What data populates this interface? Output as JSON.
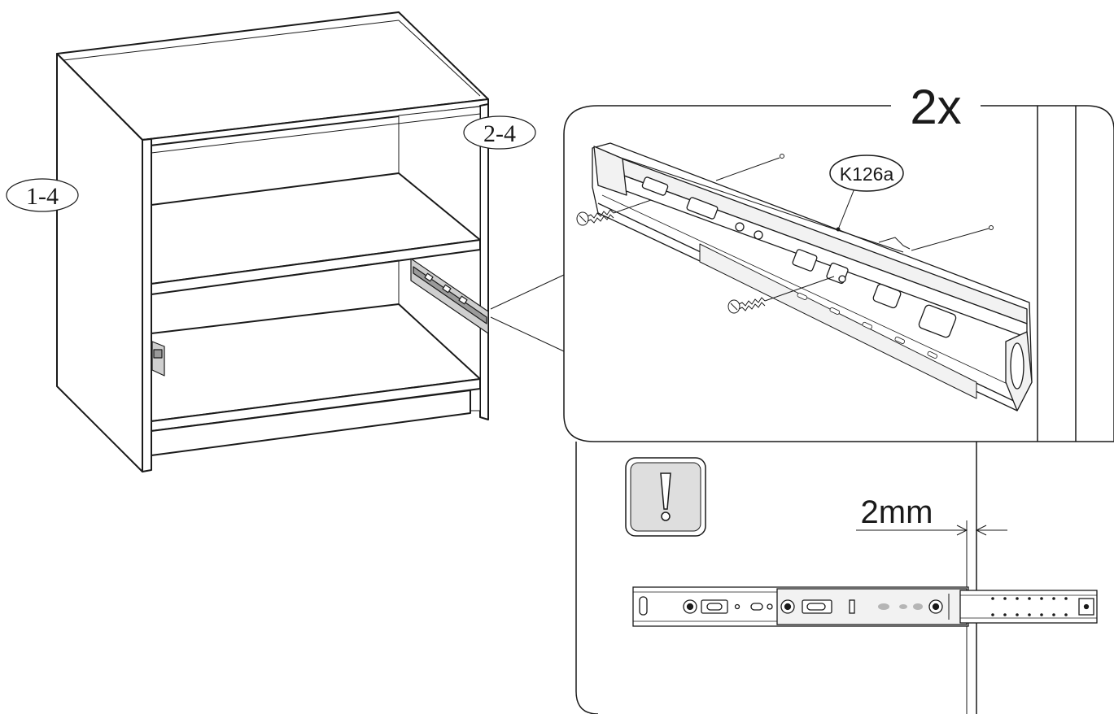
{
  "labels": {
    "side_panel_left": "1-4",
    "side_panel_right": "2-4",
    "quantity": "2x",
    "part_code": "K126a",
    "gap": "2mm"
  },
  "icons": {
    "warning": "exclamation-icon",
    "screw": "screw-icon",
    "rail": "drawer-slide-icon"
  },
  "colors": {
    "line": "#1a1a1a",
    "panel_fill": "#ffffff",
    "rail_fill": "#f2f2f2",
    "rail_shade": "#cfcfcf",
    "warning_fill": "#dedede",
    "highlight": "#b5b5b5"
  }
}
